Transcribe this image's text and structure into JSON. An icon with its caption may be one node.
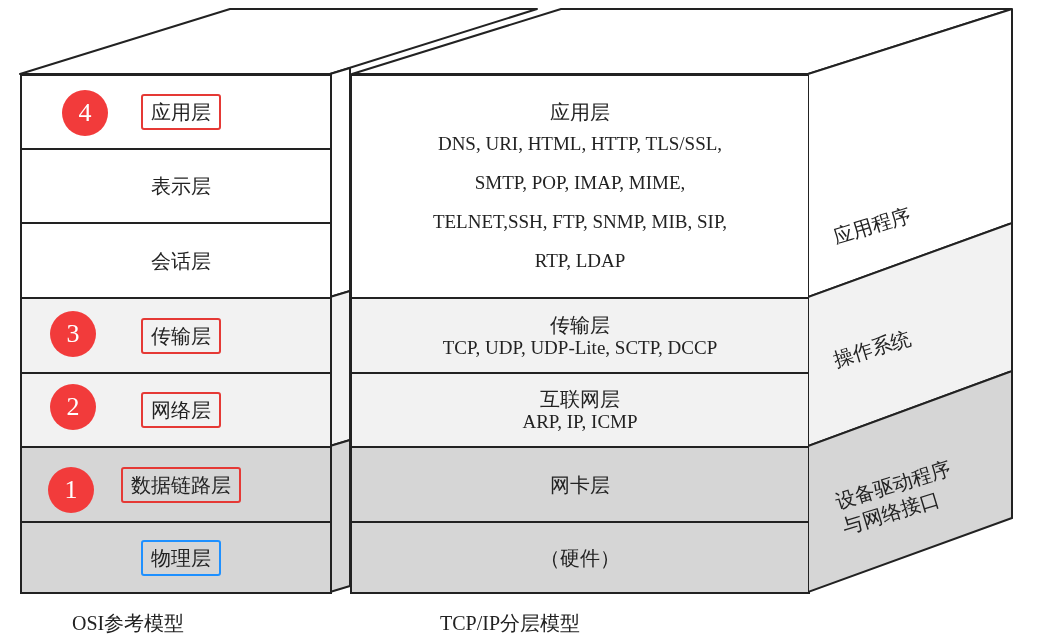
{
  "diagram": {
    "nodes": [
      {
        "text": [
          "应用层"
        ]
      },
      {
        "text": [
          "表示层"
        ]
      },
      {
        "text": [
          "会话层"
        ]
      },
      {
        "text": [
          "传输层"
        ]
      },
      {
        "text": [
          "网络层"
        ]
      },
      {
        "text": [
          "数据链路层"
        ]
      },
      {
        "text": [
          "物理层"
        ]
      },
      {
        "text": [
          "应用层",
          "DNS, URI, HTML, HTTP, TLS/SSL, SMTP, POP, IMAP, MIME, TELNET,SSH, FTP, SNMP, MIB, SIP, RTP, LDAP"
        ]
      },
      {
        "text": [
          "传输层",
          "TCP, UDP, UDP-Lite, SCTP, DCCP"
        ]
      },
      {
        "text": [
          "互联网层",
          "ARP, IP, ICMP"
        ]
      },
      {
        "text": [
          "网卡层"
        ]
      },
      {
        "text": [
          "（硬件）"
        ]
      },
      {
        "text": [
          "应用程序"
        ]
      },
      {
        "text": [
          "操作系统"
        ]
      },
      {
        "text": [
          "设备驱动程序与网络接口"
        ]
      }
    ],
    "labels": [
      "4",
      "3",
      "2",
      "1",
      "OSI参考模型",
      "TCP/IP分层模型"
    ]
  }
}
